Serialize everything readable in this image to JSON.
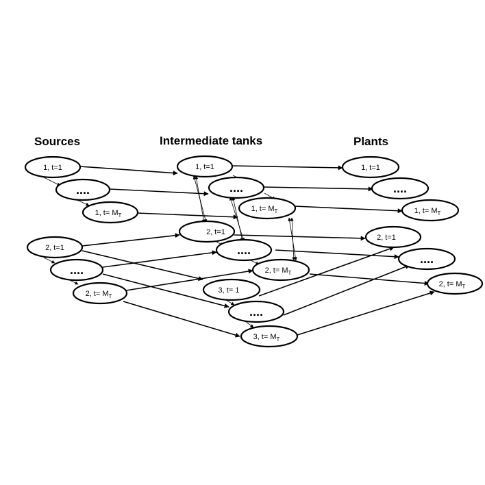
{
  "headers": {
    "sources": "Sources",
    "tanks": "Intermediate tanks",
    "plants": "Plants"
  },
  "nodes": {
    "s1_t1": {
      "main": "1,  t=1"
    },
    "s1_dot": {
      "main": "...."
    },
    "s1_tm": {
      "main": "1,  t= M",
      "sub": "T"
    },
    "s2_t1": {
      "main": "2,  t=1"
    },
    "s2_dot": {
      "main": "...."
    },
    "s2_tm": {
      "main": "2,  t= M",
      "sub": "T"
    },
    "i1_t1": {
      "main": "1,  t=1"
    },
    "i1_dot": {
      "main": "...."
    },
    "i1_tm": {
      "main": "1,  t= M",
      "sub": "T"
    },
    "i2_t1": {
      "main": "2,  t=1"
    },
    "i2_dot": {
      "main": "...."
    },
    "i2_tm": {
      "main": "2,  t= M",
      "sub": "T"
    },
    "i3_t1": {
      "main": "3,  t= 1"
    },
    "i3_dot": {
      "main": "...."
    },
    "i3_tm": {
      "main": "3,  t= M",
      "sub": "T"
    },
    "p1_t1": {
      "main": "1,  t=1"
    },
    "p1_dot": {
      "main": "...."
    },
    "p1_tm": {
      "main": "1,  t= M",
      "sub": "T"
    },
    "p2_t1": {
      "main": "2,  t=1"
    },
    "p2_dot": {
      "main": "...."
    },
    "p2_tm": {
      "main": "2,  t= M",
      "sub": "T"
    }
  }
}
